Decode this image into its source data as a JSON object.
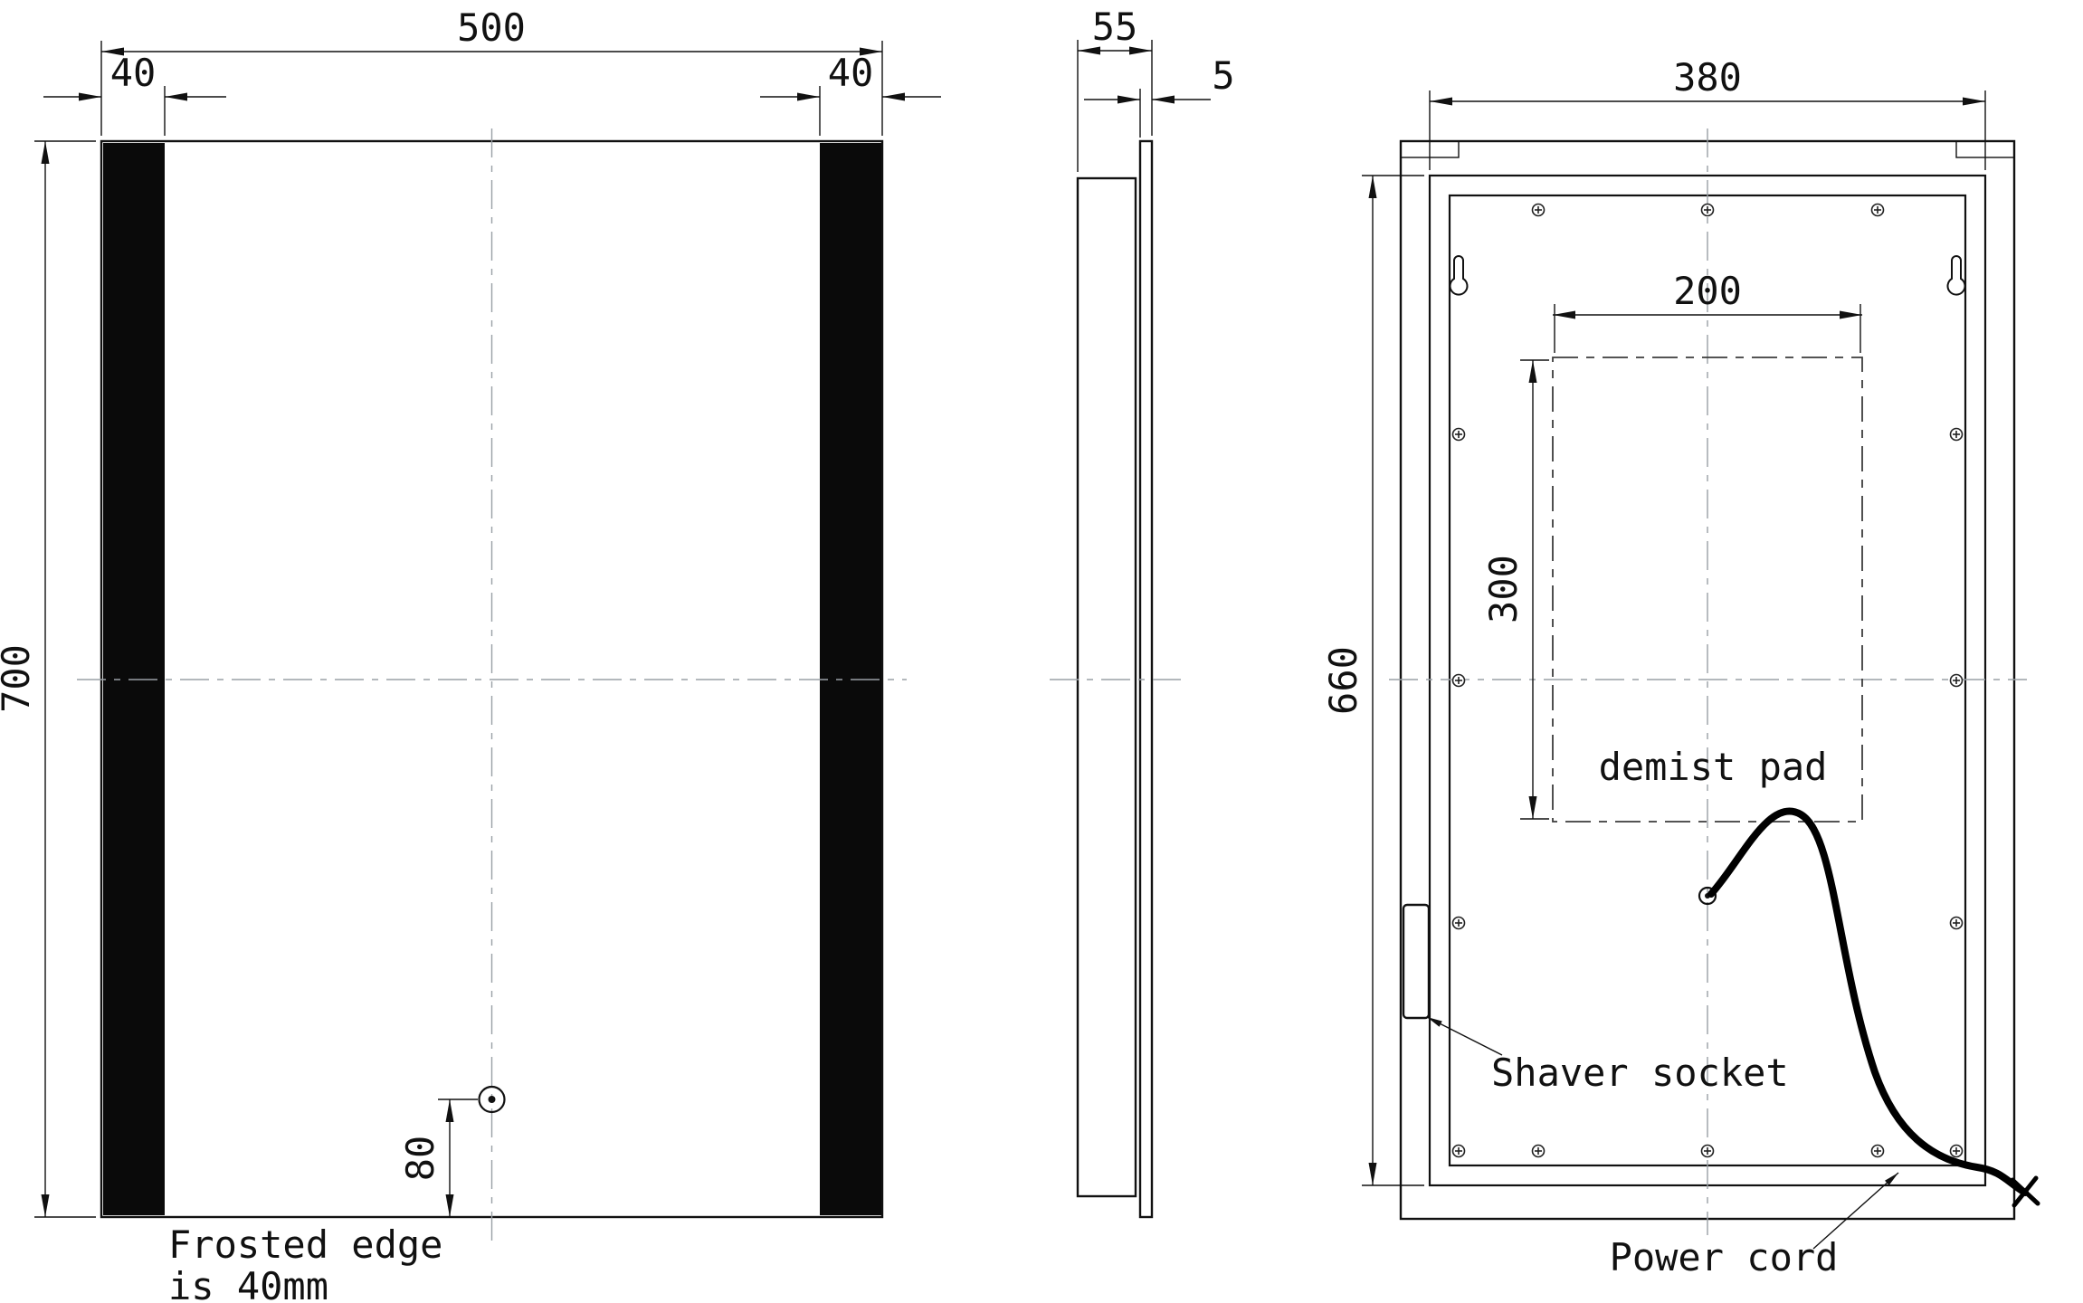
{
  "drawing": {
    "front": {
      "dim_overall_width": "500",
      "dim_frosted_left": "40",
      "dim_frosted_right": "40",
      "dim_overall_height": "700",
      "dim_sensor_offset": "80",
      "note_line1": "Frosted edge",
      "note_line2": "is 40mm"
    },
    "side": {
      "dim_depth": "55",
      "dim_glass": "5"
    },
    "back": {
      "dim_frame_width": "380",
      "dim_frame_height": "660",
      "dim_demist_width": "200",
      "dim_demist_height": "300",
      "label_demist": "demist pad",
      "label_shaver": "Shaver socket",
      "label_cord": "Power cord"
    }
  },
  "colors": {
    "line": "#111111",
    "centerline": "#9aa0a6",
    "fill_frosted": "#0a0a0a",
    "background": "#ffffff"
  }
}
